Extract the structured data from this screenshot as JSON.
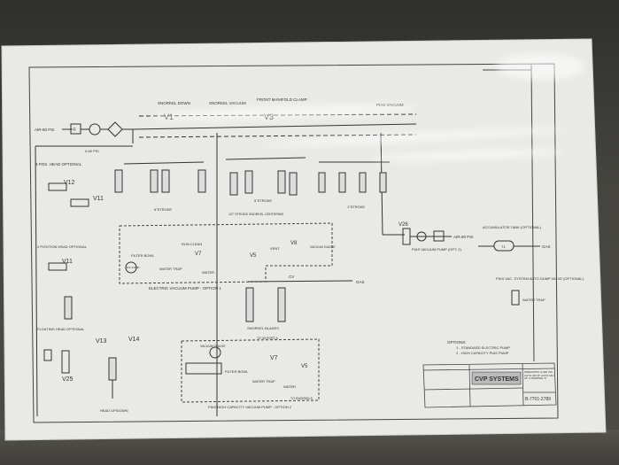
{
  "labels": {
    "snorkel_down": "SNORKEL DOWN",
    "snorkel_vacuum": "SNORKEL VACUUM",
    "front_manifold_clamp": "FRONT MANIFOLD CLAMP",
    "pias_vacuum": "PIAS VACUUM",
    "air_in": "AIR-80 PSI",
    "v1": "V1",
    "v3": "V3",
    "pressure_label": "0-60 PSI",
    "three_pos_head": "3 POS. HEAD OPTIONAL",
    "v12": "V12",
    "v11_top": "V11",
    "stroke_left": "8\"STROKE",
    "stroke_mid": "5\"STROKE",
    "stroke_right": "1\"STROKE",
    "stroke_snorkel": "1/2\" STROKE SNORKEL CENTERING",
    "two_pos_head": "2 POSITION HEAD OPTIONAL",
    "v11": "V11",
    "filter_bowl": "FILTER BOWL",
    "vac_pump": "VAC PUMP",
    "water_trap": "WATER TRAP",
    "run_clean": "RUN CLEAN",
    "v7": "V7",
    "water": "WATER",
    "v5": "V5",
    "vent": "VENT",
    "v8": "V8",
    "vacuum_gauge": "VACUUM GAUGE",
    "electric_pump": "ELECTRIC VACUUM PUMP - OPTION 1",
    "cv": "CV",
    "gas": "GAS",
    "snorkel_blades": "SNORKEL BLADES",
    "v26": "V26",
    "pias_pump": "PIAS VACUUM PUMP (OPT. 2)",
    "air_in_right": "AIR-80 PSI",
    "accumulator": "ACCUMULATOR TANK (OPTIONAL)",
    "gas_right": "GAS",
    "pias_vac_system": "PIAS VAC. SYSTEM AUTO DUMP VALVE (OPTIONAL)",
    "water_trap_right": "WATER TRAP",
    "floating_head": "FLOATING HEAD OPTIONAL",
    "v13": "V13",
    "v14": "V14",
    "v25": "V25",
    "head_updown": "HEAD UP/DOWN",
    "to_v5": "TO V5 PORT A",
    "vacuum_gauge2": "VACUUM GAUGE",
    "filter_bowl2": "FILTER BOWL",
    "water_trap2": "WATER TRAP",
    "v7b": "V7",
    "v5b": "V5",
    "water2": "WATER",
    "to_snorkels": "TO SNORKELS",
    "pias_high": "PIAS HIGH CAPACITY VACUUM PUMP - OPTION 2",
    "options_title": "OPTIONS:",
    "option1": "1 - STANDARD ELECTRIC PUMP",
    "option2": "2 - HIGH CAPACITY PIAS PUMP",
    "title_desc": "PNEUMATIC A-300 /SS AUTO ADJ 8\" AUTO ADJ 18\" 4 SNORKEL 6\"",
    "drawing_number": "B-7701-2789",
    "logo": "CVP SYSTEMS"
  }
}
